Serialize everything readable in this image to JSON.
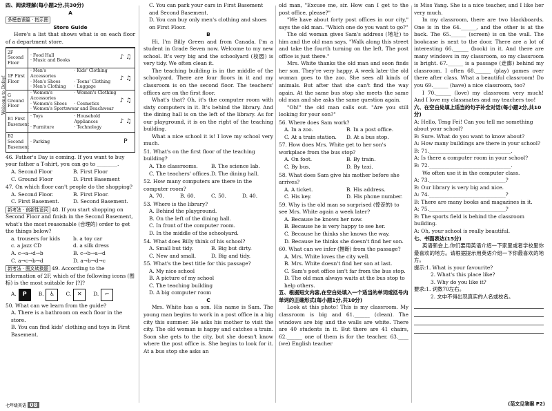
{
  "sec4": {
    "heading": "四、阅读理解(每小题2分,共30分)",
    "a_label": "A",
    "tag": "多模态语篇 · 指示图",
    "guide_title": "Store Guide",
    "intro": "Here's a list that shows what is on each floor of a department store.",
    "welcome": "Welcome to Dofey!",
    "floors": [
      {
        "name": "2F Second Floor",
        "items": [
          "· Food Hall",
          "· Music and Books"
        ],
        "icons": "♪ ♫"
      },
      {
        "name": "1F First Floor",
        "items": [
          "· Men's Accessories",
          "· Kids' Clothing",
          "· Men's Shoes",
          "· Teens' Clothing",
          "· Men's Clothing",
          "· Luggage"
        ],
        "icons": "♪ ♫"
      },
      {
        "name": "G Ground Floor",
        "items": [
          "· Women's Accessories",
          "· Women's Clothing",
          "· Women's Shoes",
          "· Cosmetics",
          "· Women's Sportswear and Beachwear",
          ""
        ],
        "icons": "♪ ♫"
      },
      {
        "name": "B1 First Basement",
        "items": [
          "· Toys",
          "· Household Appliances",
          "· Furniture",
          "· Technology"
        ],
        "icons": "♪ ♫"
      },
      {
        "name": "B2 Second Basement",
        "items": [
          "· Parking"
        ],
        "icons": "P"
      }
    ]
  },
  "col1": {
    "q46": "46. Father's Day is coming. If you want to buy your father a T-shirt, you can go to ________.",
    "q46_opts": [
      "A. Second Floor",
      "B. First Floor",
      "C. Ground Floor",
      "D. First Basement"
    ],
    "q47": "47. On which floor can't people do the shopping?",
    "q47_opts": [
      "A. Second Floor.",
      "B. First Floor.",
      "C. First Basement.",
      "D. Second Basement."
    ],
    "q48_tag": "新考法 · 创新性设问",
    "q48": "48. If you start shopping on Second Floor and finish in the Second Basement, what's the most reasonable (合理的) order to get the things below?",
    "q48_items": [
      "a. trousers for kids",
      "b. a toy car",
      "c. a jazz CD",
      "d. a silk dress"
    ],
    "q48_opts": [
      "A. c→a→d→b",
      "B. c→b→a→d",
      "C. a→c→b→d",
      "D. a→b→d→c"
    ],
    "q49_tag": "新考法 · 图文转换题",
    "q49": "49. According to the information of 2F, which of the following icons (图标) is the most suitable for [?]?",
    "q49_icons": [
      "A.",
      "B.",
      "C.",
      "D."
    ],
    "q50": "50. What can we learn from the guide?",
    "q50_opts": [
      "A. There is a bathroom on each floor in the store.",
      "B. You can find kids' clothing and toys in First Basement."
    ],
    "page_num": "08",
    "footer_small": "七年级英语"
  },
  "col2": {
    "q50_opts": [
      "C. You can park your cars in First Basement and Second Basement.",
      "D. You can buy only men's clothing and shoes on First Floor."
    ],
    "b_label": "B",
    "b_passage": [
      "Hi, I'm Billy Green and from Canada. I'm a student in Grade Seven now. Welcome to my new school. It's very big and the schoolyard (校园) is very tidy. We often clean it.",
      "The teaching building is in the middle of the schoolyard. There are four floors in it and my classroom is on the second floor. The teachers' offices are on the first floor.",
      "What's that? Oh, it's the computer room with sixty computers in it. It's behind the library. And the dining hall is on the left of the library. As for our playground, it is on the right of the teaching building.",
      "What a nice school it is! I love my school very much."
    ],
    "q51": "51. What's on the first floor of the teaching building?",
    "q51_opts": [
      "A. The classrooms.",
      "B. The science lab.",
      "C. The teachers' offices.",
      "D. The dining hall."
    ],
    "q52": "52. How many computers are there in the computer room?",
    "q52_opts": [
      "A. 70.",
      "B. 60.",
      "C. 50.",
      "D. 40."
    ],
    "q53": "53. Where is the library?",
    "q53_opts": [
      "A. Behind the playground.",
      "B. On the left of the dining hall.",
      "C. In front of the computer room.",
      "D. In the middle of the schoolyard."
    ],
    "q54": "54. What does Billy think of his school?",
    "q54_opts": [
      "A. Small but tidy.",
      "B. Big but dirty.",
      "C. New and small.",
      "D. Big and tidy."
    ],
    "q55": "55. What's the best title for this passage?",
    "q55_opts": [
      "A. My nice school",
      "B. A picture of my school",
      "C. The teaching building",
      "D. A big computer room"
    ],
    "c_label": "C",
    "c_passage": "Mrs. White has a son. His name is Sam. The young man begins to work in a post office in a big city this summer. He asks his mother to visit the city. The old woman is happy and catches a train. Soon she gets to the city, but she doesn't know where the post office is. She begins to look for it. At a bus stop she asks an"
  },
  "col3": {
    "c_cont": [
      "old man, \"Excuse me, sir. How can I get to the post office, please?\"",
      "\"We have about forty post offices in our city,\" says the old man. \"Which one do you want to go?\"",
      "The old woman gives Sam's address (地址) to him and the old man says, \"Walk along this street and take the fourth turning on the left. The post office is just there.\"",
      "Mrs. White thanks the old man and soon finds her son. They're very happy. A week later the old woman goes to the zoo. She sees all kinds of animals. But after that she can't find the way again. At the same bus stop she meets the same old man and she asks the same question again.",
      "\"Oh!\" the old man calls out. \"Are you still looking for your son?\""
    ],
    "q56": "56. Where does Sam work?",
    "q56_opts": [
      "A. In a zoo.",
      "B. In a post office.",
      "C. At a train station.",
      "D. At a bus stop."
    ],
    "q57": "57. How does Mrs. White get to her son's workplace from the bus stop?",
    "q57_opts": [
      "A. On foot.",
      "B. By train.",
      "C. By bus.",
      "D. By taxi."
    ],
    "q58": "58. What does Sam give his mother before she arrives?",
    "q58_opts": [
      "A. A ticket.",
      "B. His address.",
      "C. His key.",
      "D. His phone number."
    ],
    "q59": "59. Why is the old man so surprised (惊讶的) to see Mrs. White again a week later?",
    "q59_opts": [
      "A. Because he knows her now.",
      "B. Because he is very happy to see her.",
      "C. Because he thinks she knows the way.",
      "D. Because he thinks she doesn't find her son."
    ],
    "q60": "60. What can we infer (推断) from the passage?",
    "q60_opts": [
      "A. Mrs. White loves the city well.",
      "B. Mrs. White doesn't find her son at last.",
      "C. Sam's post office isn't far from the bus stop.",
      "D. The old man always waits at the bus stop to help others."
    ],
    "sec5_heading": "五、根据短文内容,在空白处填入一个适当的单词或括号内单词的正确形式(每小题1分,共10分)",
    "sec5_text": "Look at this photo! This is my classroom. My classroom is big and 61.______ (clean). The windows are big and the walls are white. There are 40 students in it. But there are 41 chairs, 62.______ one of them is for the teacher. 63.____ (we) English teacher"
  },
  "col4": {
    "sec5_cont": [
      "is Miss Yang. She is a nice teacher, and I like her very much.",
      "In my classroom, there are two blackboards. One is in the 64.______, and the other is at the back. The 65.______ (screen) is on the wall. The bookcase is next to the door. There are a lot of interesting 66.______ (book) in it. And there are many windows in my classroom, so my classroom is bright. 67.______ is a passage (走廊) behind my classroom. I often 68.______ (play) games over there after class. What a beautiful classroom! Do you 69.______ (have) a nice classroom, too?",
      "I 70.______ (love) my classroom very much! And I love my classmates and my teachers too!"
    ],
    "sec6_heading": "六、在空白处填上适当的句子补全对话(每小题2分,共10分)",
    "dialog": [
      "A: Hello, Teng Fei! Can you tell me something about your school?",
      "B: Sure. What do you want to know about?",
      "A: How many buildings are there in your school?",
      "B: 71.________________________________.",
      "A: Is there a computer room in your school?",
      "B: 72.________________________________.",
      "We often use it in the computer class.",
      "A: 73.______________________________?",
      "B: Our library is very big and nice.",
      "A: 74.______________________________?",
      "B: There are many books and magazines in it.",
      "A: 75.______________________________?",
      "B: The sports field is behind the classroom building.",
      "A: Oh, your school is really beautiful."
    ],
    "sec7_heading": "七、书面表达(15分)",
    "sec7_text": "英语新会上,你们要用英语介绍一下家里或者学校里你最喜欢的地方。请根据提示用英语介绍一下你最喜欢的地方。",
    "prompts": [
      "提示:1. What is your favourite?",
      "2. What's this place like?",
      "3. Why do you like it?"
    ],
    "req": [
      "要求:1. 词数70左右。",
      "2. 文中不得出现真实的人名或校名。"
    ],
    "answer_ref": "(范文见答案 P2)"
  }
}
